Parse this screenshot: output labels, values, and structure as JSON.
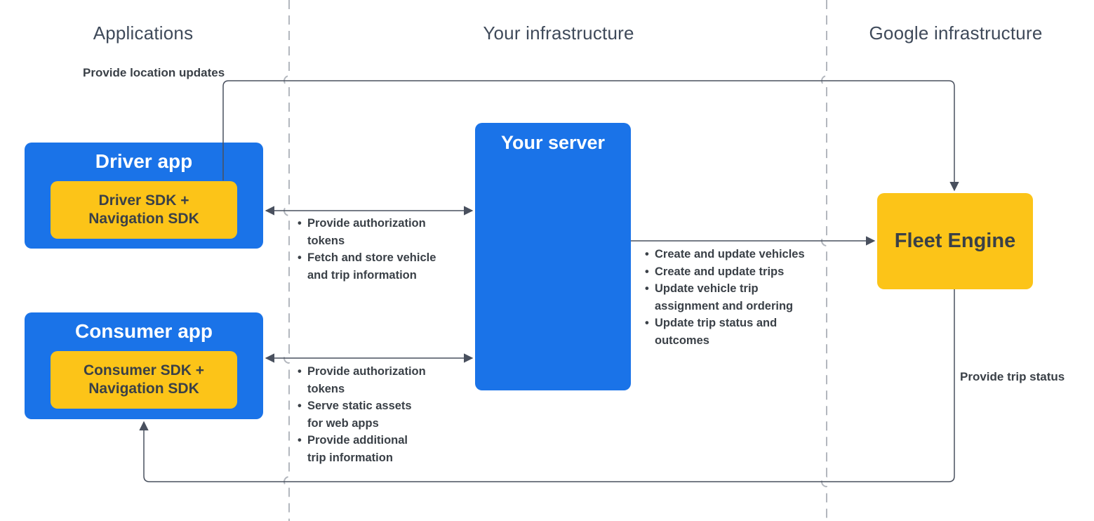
{
  "headers": {
    "applications": "Applications",
    "your_infrastructure": "Your infrastructure",
    "google_infrastructure": "Google infrastructure"
  },
  "nodes": {
    "driver_app": {
      "title": "Driver app",
      "sdk": "Driver SDK + Navigation SDK"
    },
    "consumer_app": {
      "title": "Consumer app",
      "sdk": "Consumer SDK + Navigation SDK"
    },
    "your_server": {
      "title": "Your server"
    },
    "fleet_engine": {
      "title": "Fleet Engine"
    }
  },
  "edges": {
    "location_updates": {
      "label": "Provide location updates"
    },
    "trip_status": {
      "label": "Provide trip status"
    },
    "driver_server": {
      "items": [
        {
          "lines": [
            "Provide authorization",
            "tokens"
          ]
        },
        {
          "lines": [
            "Fetch and store vehicle",
            "and trip information"
          ]
        }
      ]
    },
    "consumer_server": {
      "items": [
        {
          "lines": [
            "Provide authorization",
            "tokens"
          ]
        },
        {
          "lines": [
            "Serve static assets",
            "for web apps"
          ]
        },
        {
          "lines": [
            "Provide additional",
            "trip information"
          ]
        }
      ]
    },
    "server_fleet": {
      "items": [
        {
          "lines": [
            "Create and update vehicles"
          ]
        },
        {
          "lines": [
            "Create and update trips"
          ]
        },
        {
          "lines": [
            "Update vehicle trip",
            "assignment and ordering"
          ]
        },
        {
          "lines": [
            "Update trip status and",
            "outcomes"
          ]
        }
      ]
    }
  },
  "colors": {
    "blue": "#1a73e8",
    "yellow": "#fcc418",
    "dark-text": "#3a4047",
    "header-text": "#3f4a5a",
    "line": "#49505e",
    "divider": "#b3b7be"
  }
}
